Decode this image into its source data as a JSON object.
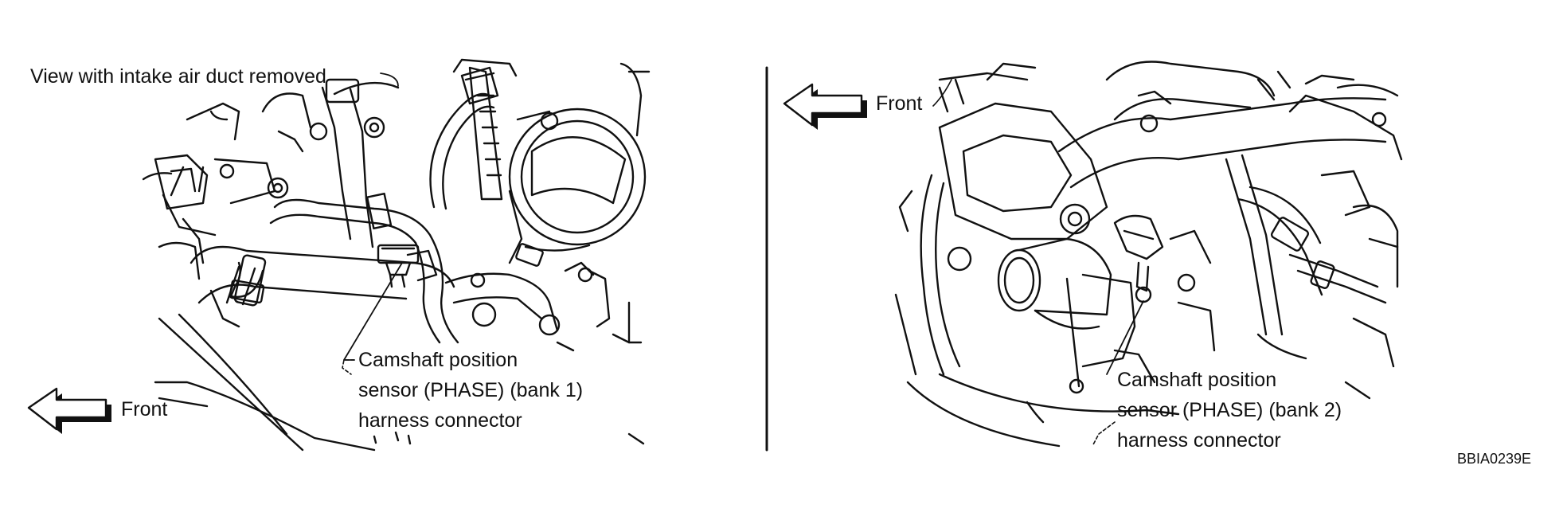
{
  "panels": [
    {
      "view_note": "View with intake air duct removed",
      "front_label": "Front",
      "callout_lines": [
        "Camshaft position",
        "sensor (PHASE) (bank 1)",
        "harness connector"
      ]
    },
    {
      "front_label": "Front",
      "callout_lines": [
        "Camshaft position",
        "sensor (PHASE) (bank 2)",
        "harness connector"
      ]
    }
  ],
  "figure_code": "BBIA0239E",
  "colors": {
    "ink": "#111111",
    "background": "#ffffff",
    "arrow_shadow": "#111111"
  },
  "icons": [
    "front-arrow-icon",
    "engine-line-art"
  ]
}
